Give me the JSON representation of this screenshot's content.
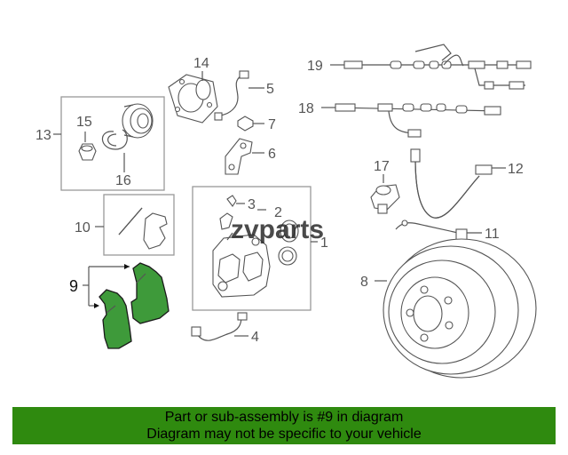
{
  "watermark": "zvparts",
  "callouts": [
    "1",
    "2",
    "3",
    "4",
    "5",
    "6",
    "7",
    "8",
    "9",
    "10",
    "11",
    "12",
    "13",
    "14",
    "15",
    "16",
    "17",
    "18",
    "19"
  ],
  "highlight_color": "#3e9a3a",
  "banner": {
    "line1": "Part or sub-assembly is #9 in diagram",
    "line2": "Diagram may not be specific to your vehicle",
    "bg_color": "#2f8a0f"
  }
}
